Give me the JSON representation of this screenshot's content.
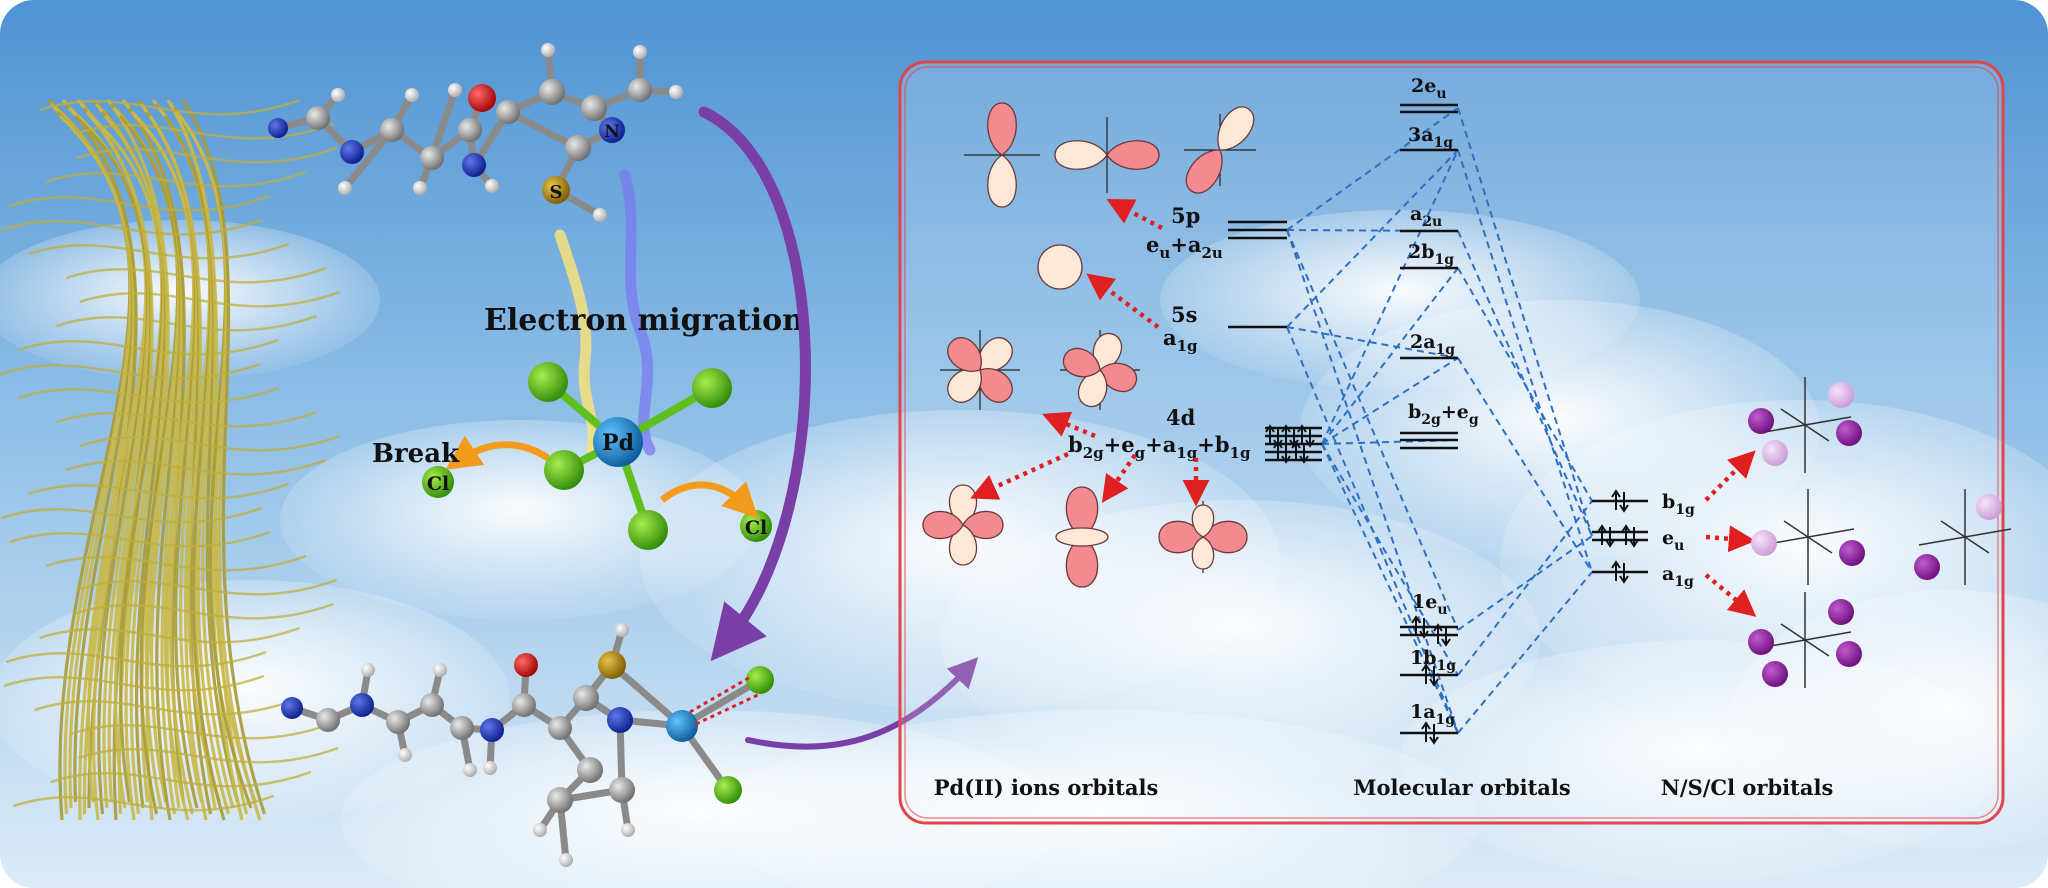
{
  "left_panel": {
    "electron_migration": "Electron migration",
    "break": "Break",
    "atom_labels": {
      "sulfur": "S",
      "nitrogen": "N",
      "palladium": "Pd",
      "chlorine_left": "Cl",
      "chlorine_right": "Cl"
    }
  },
  "orbital_panel": {
    "pd_levels": {
      "p5": {
        "name": "5p",
        "sym_pre": "e",
        "sym_pre_sub": "u",
        "plus": "+a",
        "sym_sub": "2u"
      },
      "s5": {
        "name": "5s",
        "sym": "a",
        "sym_sub": "1g"
      },
      "d4": {
        "name": "4d",
        "parts": [
          "b",
          "2g",
          "+e",
          "g",
          "+a",
          "1g",
          "+b",
          "1g"
        ]
      }
    },
    "molecular_orbitals": [
      {
        "base": "2e",
        "sub": "u"
      },
      {
        "base": "3a",
        "sub": "1g"
      },
      {
        "base": "a",
        "sub": "2u"
      },
      {
        "base": "2b",
        "sub": "1g"
      },
      {
        "base": "2a",
        "sub": "1g"
      },
      {
        "base": "b",
        "sub": "2g",
        "tail": "+e",
        "tail_sub": "g"
      },
      {
        "base": "1e",
        "sub": "u"
      },
      {
        "base": "1b",
        "sub": "1g"
      },
      {
        "base": "1a",
        "sub": "1g"
      }
    ],
    "ligand_orbitals": [
      {
        "base": "b",
        "sub": "1g"
      },
      {
        "base": "e",
        "sub": "u"
      },
      {
        "base": "a",
        "sub": "1g"
      }
    ],
    "column_titles": {
      "pd": "Pd(II) ions orbitals",
      "mo": "Molecular orbitals",
      "ligand": "N/S/Cl orbitals"
    }
  },
  "colors": {
    "sky_top": "#5b9fd8",
    "sky_bottom": "#d9e9f6",
    "frame_red": "#e0454b",
    "mo_dash": "#2f6fc0",
    "lobe_pink": "#f28a8f",
    "lobe_cream": "#fde8d8",
    "arrow_red": "#e02020",
    "arrow_purple": "#7a3fa6",
    "fiber": "#c9b84a",
    "pd_blue": "#1b7fc6",
    "cl_green": "#5fbf1f",
    "ligand_purple": "#8e1aa1"
  }
}
